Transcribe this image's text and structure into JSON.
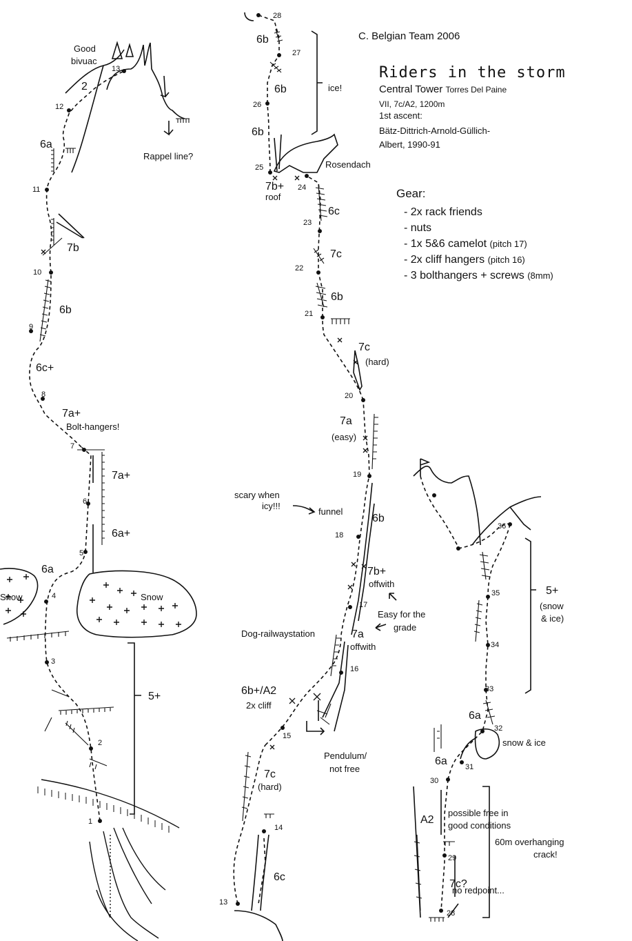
{
  "credit": "C. Belgian Team 2006",
  "title": "Riders in the storm",
  "subtitle_main": "Central Tower",
  "subtitle_small": "Torres Del Paine",
  "stats": "VII, 7c/A2, 1200m",
  "ascent_label": "1st ascent:",
  "ascent_names": [
    "Bätz-Dittrich-Arnold-Güllich-",
    "Albert, 1990-91"
  ],
  "gear": {
    "title": "Gear:",
    "items": [
      {
        "text": "2x rack friends",
        "note": ""
      },
      {
        "text": "nuts",
        "note": ""
      },
      {
        "text": "1x 5&6 camelot",
        "note": "(pitch 17)"
      },
      {
        "text": "2x cliff hangers",
        "note": "(pitch 16)"
      },
      {
        "text": "3 bolthangers + screws",
        "note": "(8mm)"
      }
    ]
  },
  "grades": {
    "g_2": "2",
    "g_6a_top": "6a",
    "g_7b_l": "7b",
    "g_6b_l": "6b",
    "g_6c_plus": "6c+",
    "g_7a_plus_a": "7a+",
    "g_7a_plus_b": "7a+",
    "g_6a_plus": "6a+",
    "g_6a_low": "6a",
    "g_5plus_l": "5+",
    "g_6b_top": "6b",
    "g_6b_mid1": "6b",
    "g_6b_mid2": "6b",
    "g_7b_plus": "7b+",
    "g_roof": "roof",
    "g_6c_m": "6c",
    "g_7c_m": "7c",
    "g_6b_m3": "6b",
    "g_7c_hard": "7c",
    "g_hard1": "(hard)",
    "g_7a_easy": "7a",
    "g_easy": "(easy)",
    "g_6b_m4": "6b",
    "g_7b_plus2": "7b+",
    "g_offwith1": "offwith",
    "g_7a_m": "7a",
    "g_offwith2": "offwith",
    "g_6b_a2": "6b+/A2",
    "g_cliff": "2x cliff",
    "g_7c_low": "7c",
    "g_hard2": "(hard)",
    "g_6c_low": "6c",
    "g_5plus_r": "5+",
    "g_snowice1": "(snow",
    "g_snowice2": "& ice)",
    "g_6a_r1": "6a",
    "g_6a_r2": "6a",
    "g_a2": "A2",
    "g_7cq": "7c?"
  },
  "notes": {
    "good_bivuac_1": "Good",
    "good_bivuac_2": "bivuac",
    "rappel": "Rappel line?",
    "bolt_hangers": "Bolt-hangers!",
    "snow_left": "Snow",
    "snow": "Snow",
    "ice": "ice!",
    "rosendach": "Rosendach",
    "scary1": "scary when",
    "scary2": "icy!!!",
    "funnel": "funnel",
    "easy1": "Easy for the",
    "easy2": "grade",
    "dog": "Dog-railwaystation",
    "pendulum1": "Pendulum/",
    "pendulum2": "not free",
    "snow_ice_r": "snow & ice",
    "possible1": "possible free in",
    "possible2": "good conditions",
    "overhang1": "60m overhanging",
    "overhang2": "crack!",
    "redpoint": "no redpoint..."
  },
  "belays": {
    "b1": "1",
    "b2": "2",
    "b3": "3",
    "b4": "4",
    "b5": "5",
    "b6": "6",
    "b7": "7",
    "b8": "8",
    "b9": "9",
    "b10": "10",
    "b11": "11",
    "b12": "12",
    "b13": "13",
    "b13b": "13",
    "b14": "14",
    "b15": "15",
    "b16": "16",
    "b17": "17",
    "b18": "18",
    "b19": "19",
    "b20": "20",
    "b21": "21",
    "b22": "22",
    "b23": "23",
    "b24": "24",
    "b25": "25",
    "b26": "26",
    "b27": "27",
    "b28": "28",
    "b28b": "28",
    "b29": "29",
    "b30": "30",
    "b31": "31",
    "b32": "32",
    "b33": "33",
    "b34": "34",
    "b35": "35",
    "b36": "36"
  }
}
